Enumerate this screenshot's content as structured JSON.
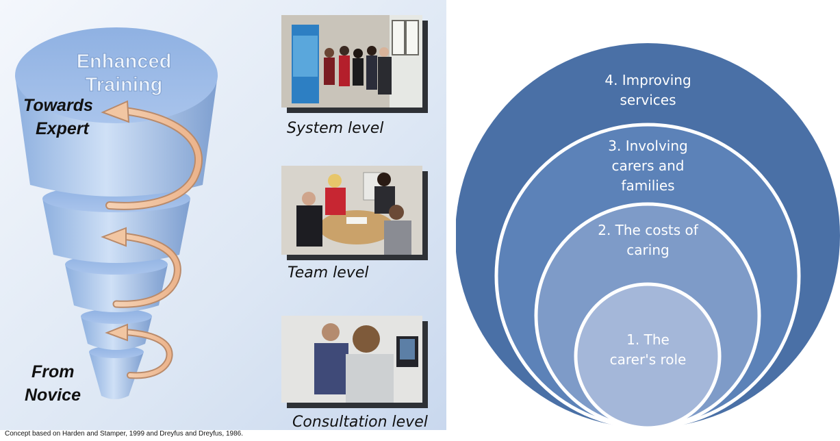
{
  "funnel": {
    "title_line1": "Enhanced",
    "title_line2": "Training",
    "top_label_line1": "Towards",
    "top_label_line2": "Expert",
    "bottom_label_line1": "From",
    "bottom_label_line2": "Novice"
  },
  "levels": [
    {
      "caption": "System level"
    },
    {
      "caption": "Team level"
    },
    {
      "caption": "Consultation level"
    }
  ],
  "citation": "Concept based on Harden and Stamper, 1999 and Dreyfus and Dreyfus, 1986.",
  "circles": [
    {
      "line1": "4. Improving",
      "line2": "services",
      "line3": "",
      "color": "#4a70a6"
    },
    {
      "line1": "3. Involving",
      "line2": "carers and",
      "line3": "families",
      "color": "#5c82b8"
    },
    {
      "line1": "2. The costs of",
      "line2": "caring",
      "line3": "",
      "color": "#7e9bc8"
    },
    {
      "line1": "1. The",
      "line2": "carer's role",
      "line3": "",
      "color": "#a4b7d9"
    }
  ],
  "icons": {
    "photo": "photo-icon",
    "arrow": "curved-arrow-icon"
  }
}
